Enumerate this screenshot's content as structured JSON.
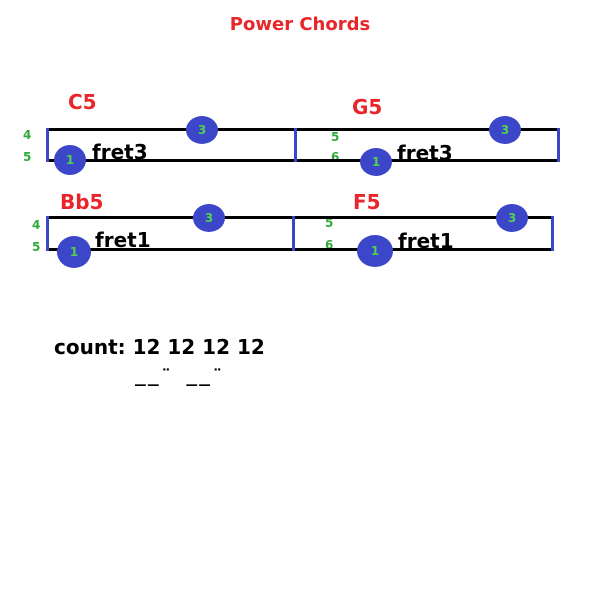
{
  "title": "Power Chords",
  "chords": [
    {
      "name": "C5",
      "strings": [
        "4",
        "5"
      ],
      "fret_label": "fret3",
      "finger_low": "1",
      "finger_high": "3"
    },
    {
      "name": "G5",
      "strings": [
        "5",
        "6"
      ],
      "fret_label": "fret3",
      "finger_low": "1",
      "finger_high": "3"
    },
    {
      "name": "Bb5",
      "strings": [
        "4",
        "5"
      ],
      "fret_label": "fret1",
      "finger_low": "1",
      "finger_high": "3"
    },
    {
      "name": "F5",
      "strings": [
        "5",
        "6"
      ],
      "fret_label": "fret1",
      "finger_low": "1",
      "finger_high": "3"
    }
  ],
  "count": "count: 12 12 12 12",
  "rhythm": "__¨ __¨",
  "colors": {
    "title": "#e8262a",
    "string_numbers": "#2faa3c",
    "finger_dot": "#3c46c8",
    "fret_bar": "#3c46c8"
  }
}
